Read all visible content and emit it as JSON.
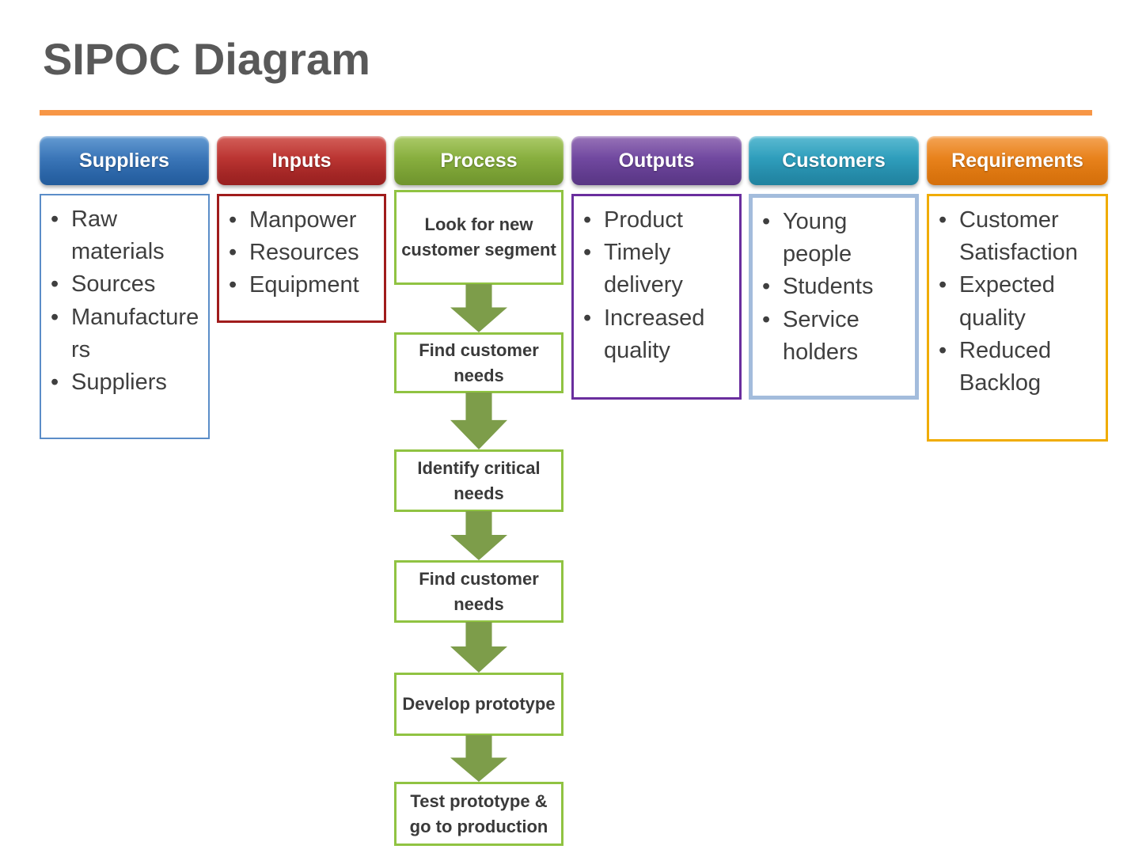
{
  "title": "SIPOC Diagram",
  "palette": {
    "title_text": "#595959",
    "title_rule": "#F79646",
    "bullet_text": "#3F3F3F",
    "process_arrow": "#7D9D4A",
    "process_step_border": "#90C342"
  },
  "columns": [
    {
      "key": "suppliers",
      "label": "Suppliers",
      "header_color": "#3B76B8",
      "border_color": "#5B8DC8",
      "items": [
        "Raw materials",
        "Sources",
        "Manufacturers",
        "Suppliers"
      ]
    },
    {
      "key": "inputs",
      "label": "Inputs",
      "header_color": "#BB3532",
      "border_color": "#A01C1C",
      "items": [
        "Manpower",
        "Resources",
        "Equipment"
      ]
    },
    {
      "key": "process",
      "label": "Process",
      "header_color": "#88AF3F",
      "border_color": "#90C342",
      "steps": [
        "Look for new customer segment",
        "Find customer needs",
        "Identify critical needs",
        "Find customer needs",
        "Develop prototype",
        "Test prototype & go to production"
      ]
    },
    {
      "key": "outputs",
      "label": "Outputs",
      "header_color": "#7149A0",
      "border_color": "#6A2E9E",
      "items": [
        "Product",
        "Timely delivery",
        "Increased quality"
      ]
    },
    {
      "key": "customers",
      "label": "Customers",
      "header_color": "#2F9EBC",
      "border_color": "#A3BCDC",
      "items": [
        "Young people",
        "Students",
        "Service holders"
      ]
    },
    {
      "key": "requirements",
      "label": "Requirements",
      "header_color": "#E8821C",
      "border_color": "#F0AC00",
      "items": [
        "Customer Satisfaction",
        "Expected quality",
        "Reduced Backlog"
      ]
    }
  ]
}
